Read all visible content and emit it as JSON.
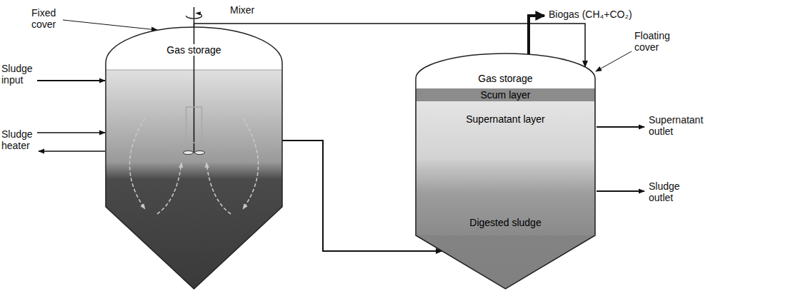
{
  "diagram": {
    "nodes": [
      {
        "text": [
          "Gas storage"
        ]
      },
      {
        "text": [
          "Gas storage"
        ]
      },
      {
        "text": [
          "Scum layer"
        ],
        "in": 1
      },
      {
        "text": [
          "Supernatant layer"
        ],
        "in": 1
      },
      {
        "text": [
          "Digested sludge"
        ],
        "in": 1
      }
    ],
    "edges": [
      {
        "from": 0,
        "to": 1,
        "arrow": "to"
      },
      {
        "from": 1,
        "to": 0,
        "arrow": "to"
      }
    ],
    "labels": [
      "Mixer",
      "Fixed cover",
      "Sludge input",
      "Sludge heater",
      "Biogas (CH₄+CO₂)",
      "Floating cover",
      "Supernatant outlet",
      "Sludge outlet"
    ]
  }
}
